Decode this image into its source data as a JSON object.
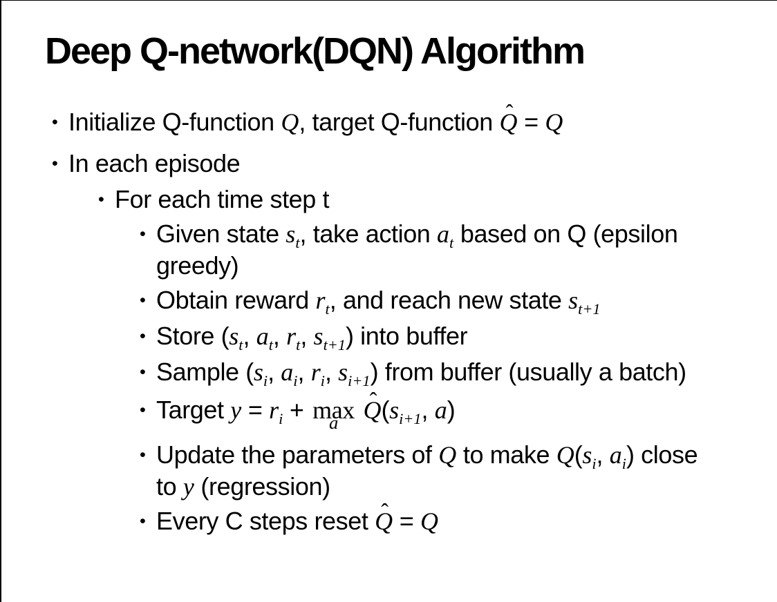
{
  "symbols": {
    "bullet": "•",
    "hat": "ˆ"
  },
  "colors": {
    "background": "#ffffff",
    "text": "#000000",
    "border": "#000000"
  },
  "slide": {
    "title": "Deep Q-network(DQN) Algorithm",
    "bullets": [
      {
        "level": 1,
        "parts": [
          {
            "t": "Initialize Q-function "
          },
          {
            "m": "Q"
          },
          {
            "t": ", target Q-function "
          },
          {
            "m": "Q",
            "hat": true
          },
          {
            "t": " = "
          },
          {
            "m": "Q"
          }
        ]
      },
      {
        "level": 1,
        "parts": [
          {
            "t": "In each episode"
          }
        ]
      },
      {
        "level": 2,
        "parts": [
          {
            "t": "For each time step t"
          }
        ]
      },
      {
        "level": 3,
        "parts": [
          {
            "t": "Given state "
          },
          {
            "m": "s",
            "sub": "t"
          },
          {
            "t": ", take action "
          },
          {
            "m": "a",
            "sub": "t"
          },
          {
            "t": " based on Q (epsilon"
          },
          {
            "br": true
          },
          {
            "t": "greedy)"
          }
        ]
      },
      {
        "level": 3,
        "parts": [
          {
            "t": "Obtain reward "
          },
          {
            "m": "r",
            "sub": "t"
          },
          {
            "t": ", and reach new state "
          },
          {
            "m": "s",
            "sub": "t+1"
          }
        ]
      },
      {
        "level": 3,
        "parts": [
          {
            "t": "Store ("
          },
          {
            "m": "s",
            "sub": "t"
          },
          {
            "t": ", "
          },
          {
            "m": "a",
            "sub": "t"
          },
          {
            "t": ", "
          },
          {
            "m": "r",
            "sub": "t"
          },
          {
            "t": ", "
          },
          {
            "m": "s",
            "sub": "t+1"
          },
          {
            "t": ") into buffer"
          }
        ]
      },
      {
        "level": 3,
        "parts": [
          {
            "t": "Sample ("
          },
          {
            "m": "s",
            "sub": "i"
          },
          {
            "t": ", "
          },
          {
            "m": "a",
            "sub": "i"
          },
          {
            "t": ", "
          },
          {
            "m": "r",
            "sub": "i"
          },
          {
            "t": ", "
          },
          {
            "m": "s",
            "sub": "i+1"
          },
          {
            "t": ") from buffer (usually a batch)"
          }
        ]
      },
      {
        "level": 3,
        "parts": [
          {
            "t": "Target "
          },
          {
            "m": "y"
          },
          {
            "t": " = "
          },
          {
            "m": "r",
            "sub": "i"
          },
          {
            "t": " + "
          },
          {
            "munder": {
              "base": "max",
              "under": "a"
            }
          },
          {
            "t": " "
          },
          {
            "m": "Q",
            "hat": true
          },
          {
            "t": "("
          },
          {
            "m": "s",
            "sub": "i+1"
          },
          {
            "t": ", "
          },
          {
            "m": "a"
          },
          {
            "t": ")"
          }
        ]
      },
      {
        "level": 3,
        "parts": [
          {
            "t": "Update the parameters of "
          },
          {
            "m": "Q"
          },
          {
            "t": " to make "
          },
          {
            "m": "Q"
          },
          {
            "t": "("
          },
          {
            "m": "s",
            "sub": "i"
          },
          {
            "t": ", "
          },
          {
            "m": "a",
            "sub": "i"
          },
          {
            "t": ") close"
          },
          {
            "br": true
          },
          {
            "t": "to "
          },
          {
            "m": "y"
          },
          {
            "t": " (regression)"
          }
        ]
      },
      {
        "level": 3,
        "parts": [
          {
            "t": "Every C steps reset "
          },
          {
            "m": "Q",
            "hat": true
          },
          {
            "t": " = "
          },
          {
            "m": "Q"
          }
        ]
      }
    ]
  }
}
